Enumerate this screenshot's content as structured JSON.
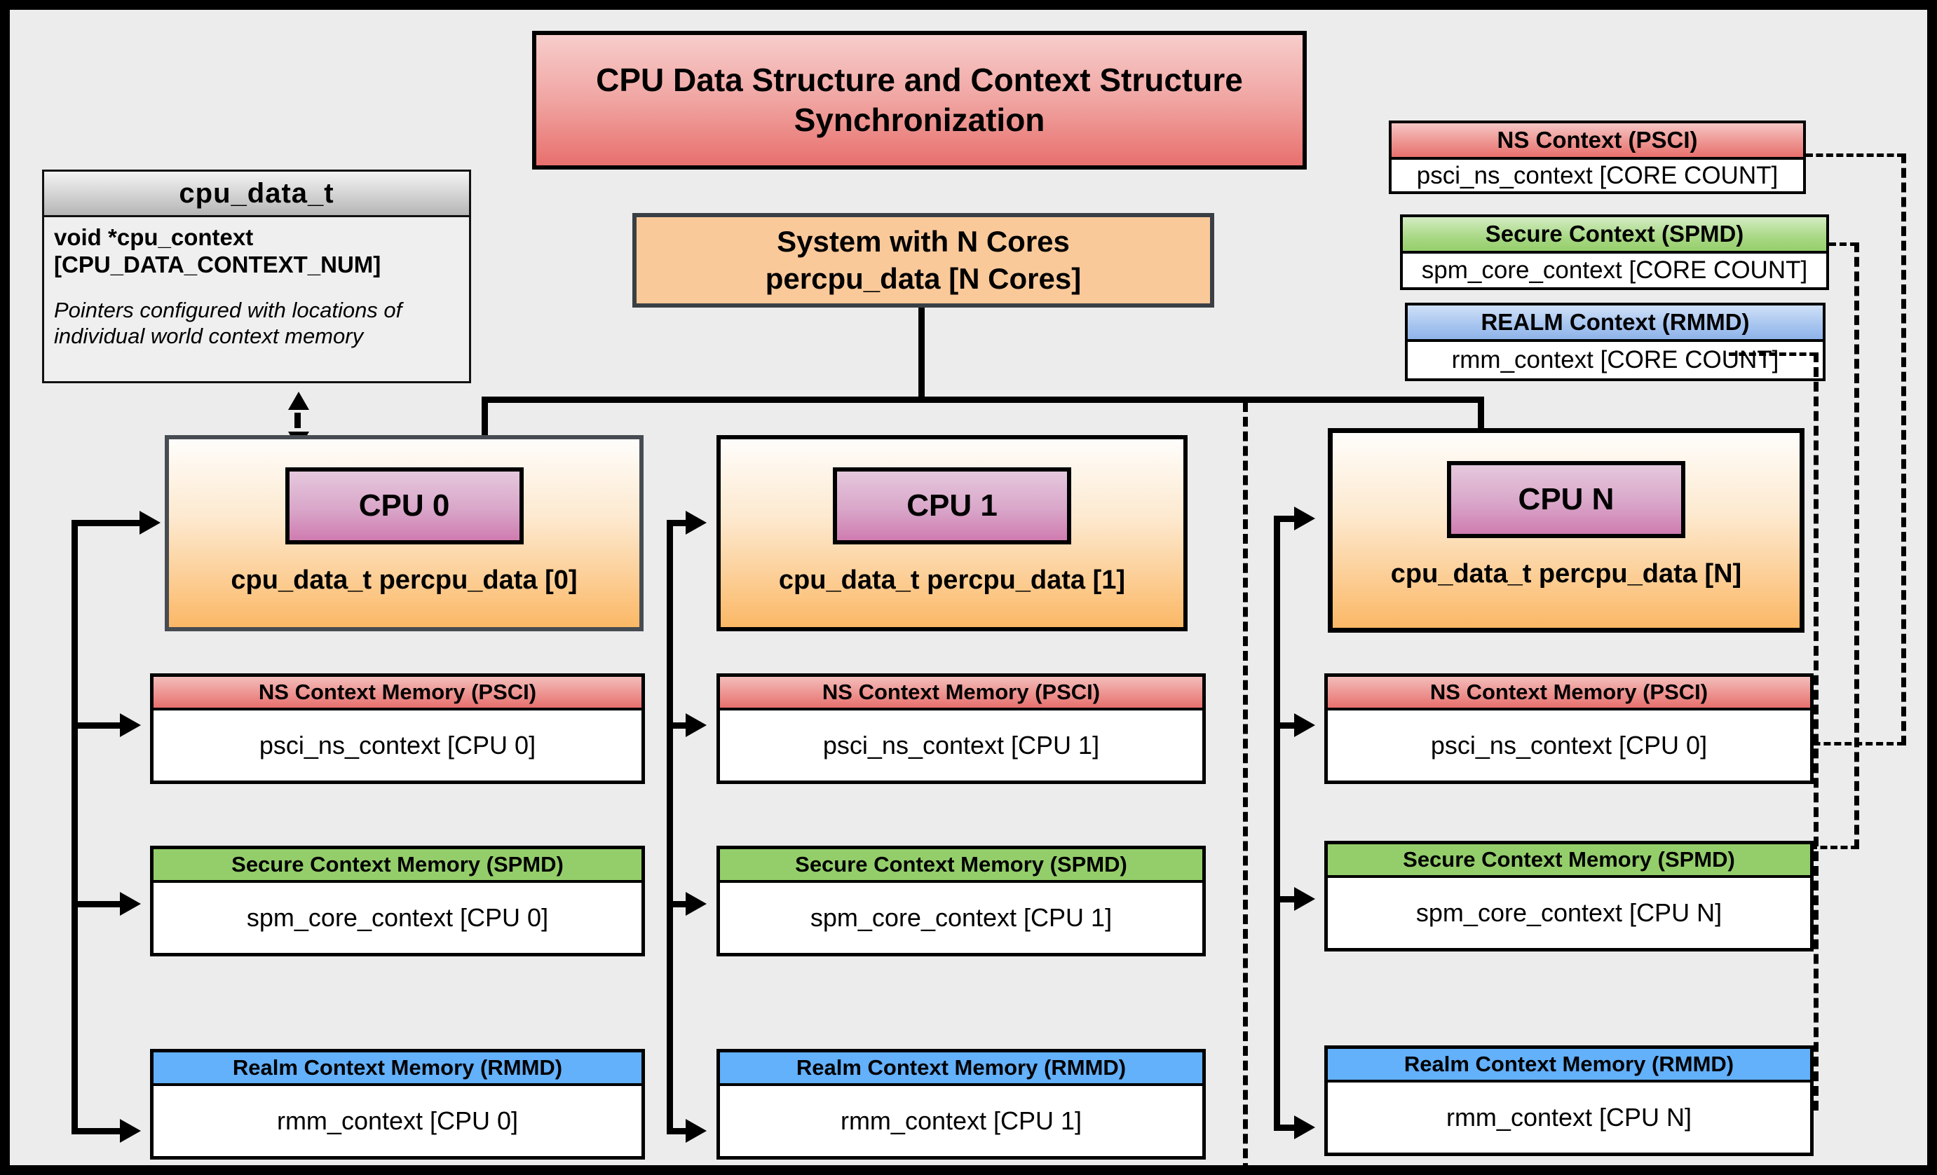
{
  "title": "CPU Data Structure and Context Structure Synchronization",
  "struct": {
    "name": "cpu_data_t",
    "field": "void  *cpu_context [CPU_DATA_CONTEXT_NUM]",
    "note": "Pointers configured with locations of individual world context memory"
  },
  "system": {
    "line1": "System with N Cores",
    "line2": "percpu_data [N Cores]"
  },
  "legend": [
    {
      "header": "NS Context  (PSCI)",
      "body": "psci_ns_context [CORE COUNT]",
      "color": "#e8706d"
    },
    {
      "header": "Secure Context (SPMD)",
      "body": "spm_core_context [CORE COUNT]",
      "color": "#96ce6c"
    },
    {
      "header": "REALM Context (RMMD)",
      "body": "rmm_context [CORE COUNT]",
      "color": "#8fb4ea"
    }
  ],
  "columns": [
    {
      "cpu_label": "CPU 0",
      "cpu_caption": "cpu_data_t percpu_data [0]",
      "memories": [
        {
          "header": "NS Context Memory (PSCI)",
          "body": "psci_ns_context [CPU 0]"
        },
        {
          "header": "Secure Context Memory (SPMD)",
          "body": "spm_core_context [CPU 0]"
        },
        {
          "header": "Realm Context Memory (RMMD)",
          "body": "rmm_context [CPU 0]"
        }
      ]
    },
    {
      "cpu_label": "CPU 1",
      "cpu_caption": "cpu_data_t percpu_data [1]",
      "memories": [
        {
          "header": "NS Context Memory (PSCI)",
          "body": "psci_ns_context [CPU 1]"
        },
        {
          "header": "Secure Context Memory (SPMD)",
          "body": "spm_core_context [CPU 1]"
        },
        {
          "header": "Realm Context Memory (RMMD)",
          "body": "rmm_context [CPU 1]"
        }
      ]
    },
    {
      "cpu_label": "CPU N",
      "cpu_caption": "cpu_data_t percpu_data [N]",
      "memories": [
        {
          "header": "NS Context Memory (PSCI)",
          "body": "psci_ns_context [CPU 0]"
        },
        {
          "header": "Secure Context Memory (SPMD)",
          "body": "spm_core_context [CPU N]"
        },
        {
          "header": "Realm Context Memory (RMMD)",
          "body": "rmm_context [CPU N]"
        }
      ]
    }
  ],
  "colors": {
    "ns": "#e8706d",
    "secure": "#96ce6c",
    "realm": "#63b0fb",
    "cpu_chip": "#cf7cb0",
    "cpu_card": "#fbb866",
    "system": "#fac99a",
    "panel": "#ececec"
  }
}
